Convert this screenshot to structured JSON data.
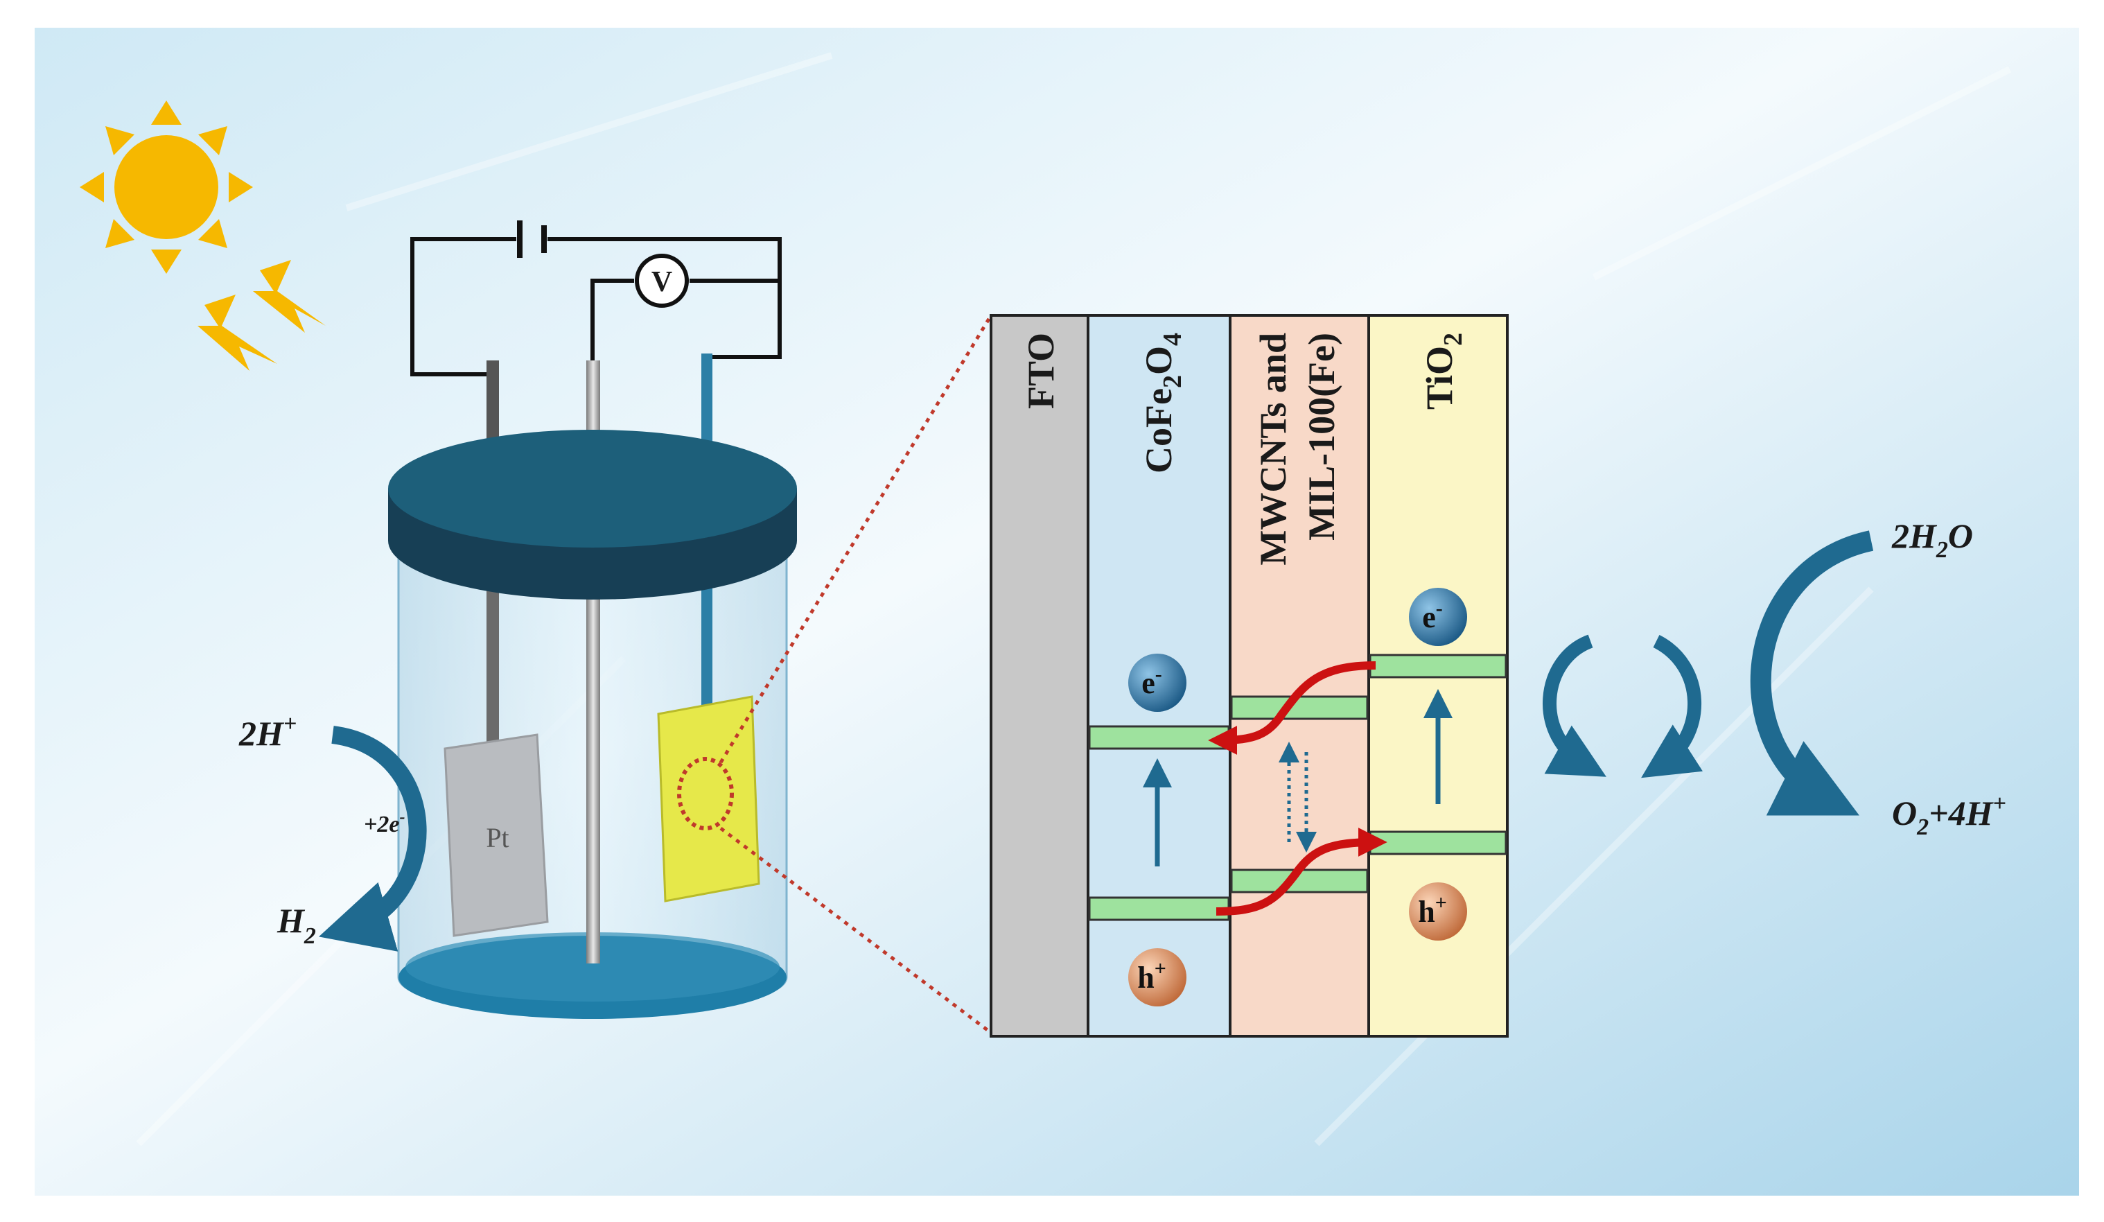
{
  "electrode": {
    "label": "Pt"
  },
  "cathode_reaction": {
    "reactant": "2H",
    "reactant_sup": "+",
    "electrons": "+2e",
    "electrons_sup": "-",
    "product": "H",
    "product_sub": "2"
  },
  "anode_reaction": {
    "reactant": "2H",
    "reactant_sub": "2",
    "reactant_end": "O",
    "product_a": "O",
    "product_sub": "2",
    "product_b": "+4H",
    "product_sup": "+"
  },
  "voltmeter": {
    "label": "V"
  },
  "layers": {
    "fto": "FTO",
    "cofe": {
      "a": "CoFe",
      "sub1": "2",
      "b": "O",
      "sub2": "4"
    },
    "mwcnt": {
      "line1": "MWCNTs and",
      "line2": "MIL-100(Fe)"
    },
    "tio2": {
      "a": "TiO",
      "sub": "2"
    }
  },
  "carriers": {
    "electron": "e",
    "electron_sup": "-",
    "hole": "h",
    "hole_sup": "+"
  },
  "colors": {
    "sky": "#bfe0f0",
    "lid": "#1d5f7a",
    "fto": "#c8c8c8",
    "cofe": "#cfe6f3",
    "mwcnt": "#f8d9c8",
    "tio2": "#fbf6c6",
    "band": "#9ee29e",
    "arrow_blue": "#1f6a90",
    "arrow_red": "#cc1111",
    "sun": "#f6b800",
    "photoanode": "#e6e84a"
  }
}
